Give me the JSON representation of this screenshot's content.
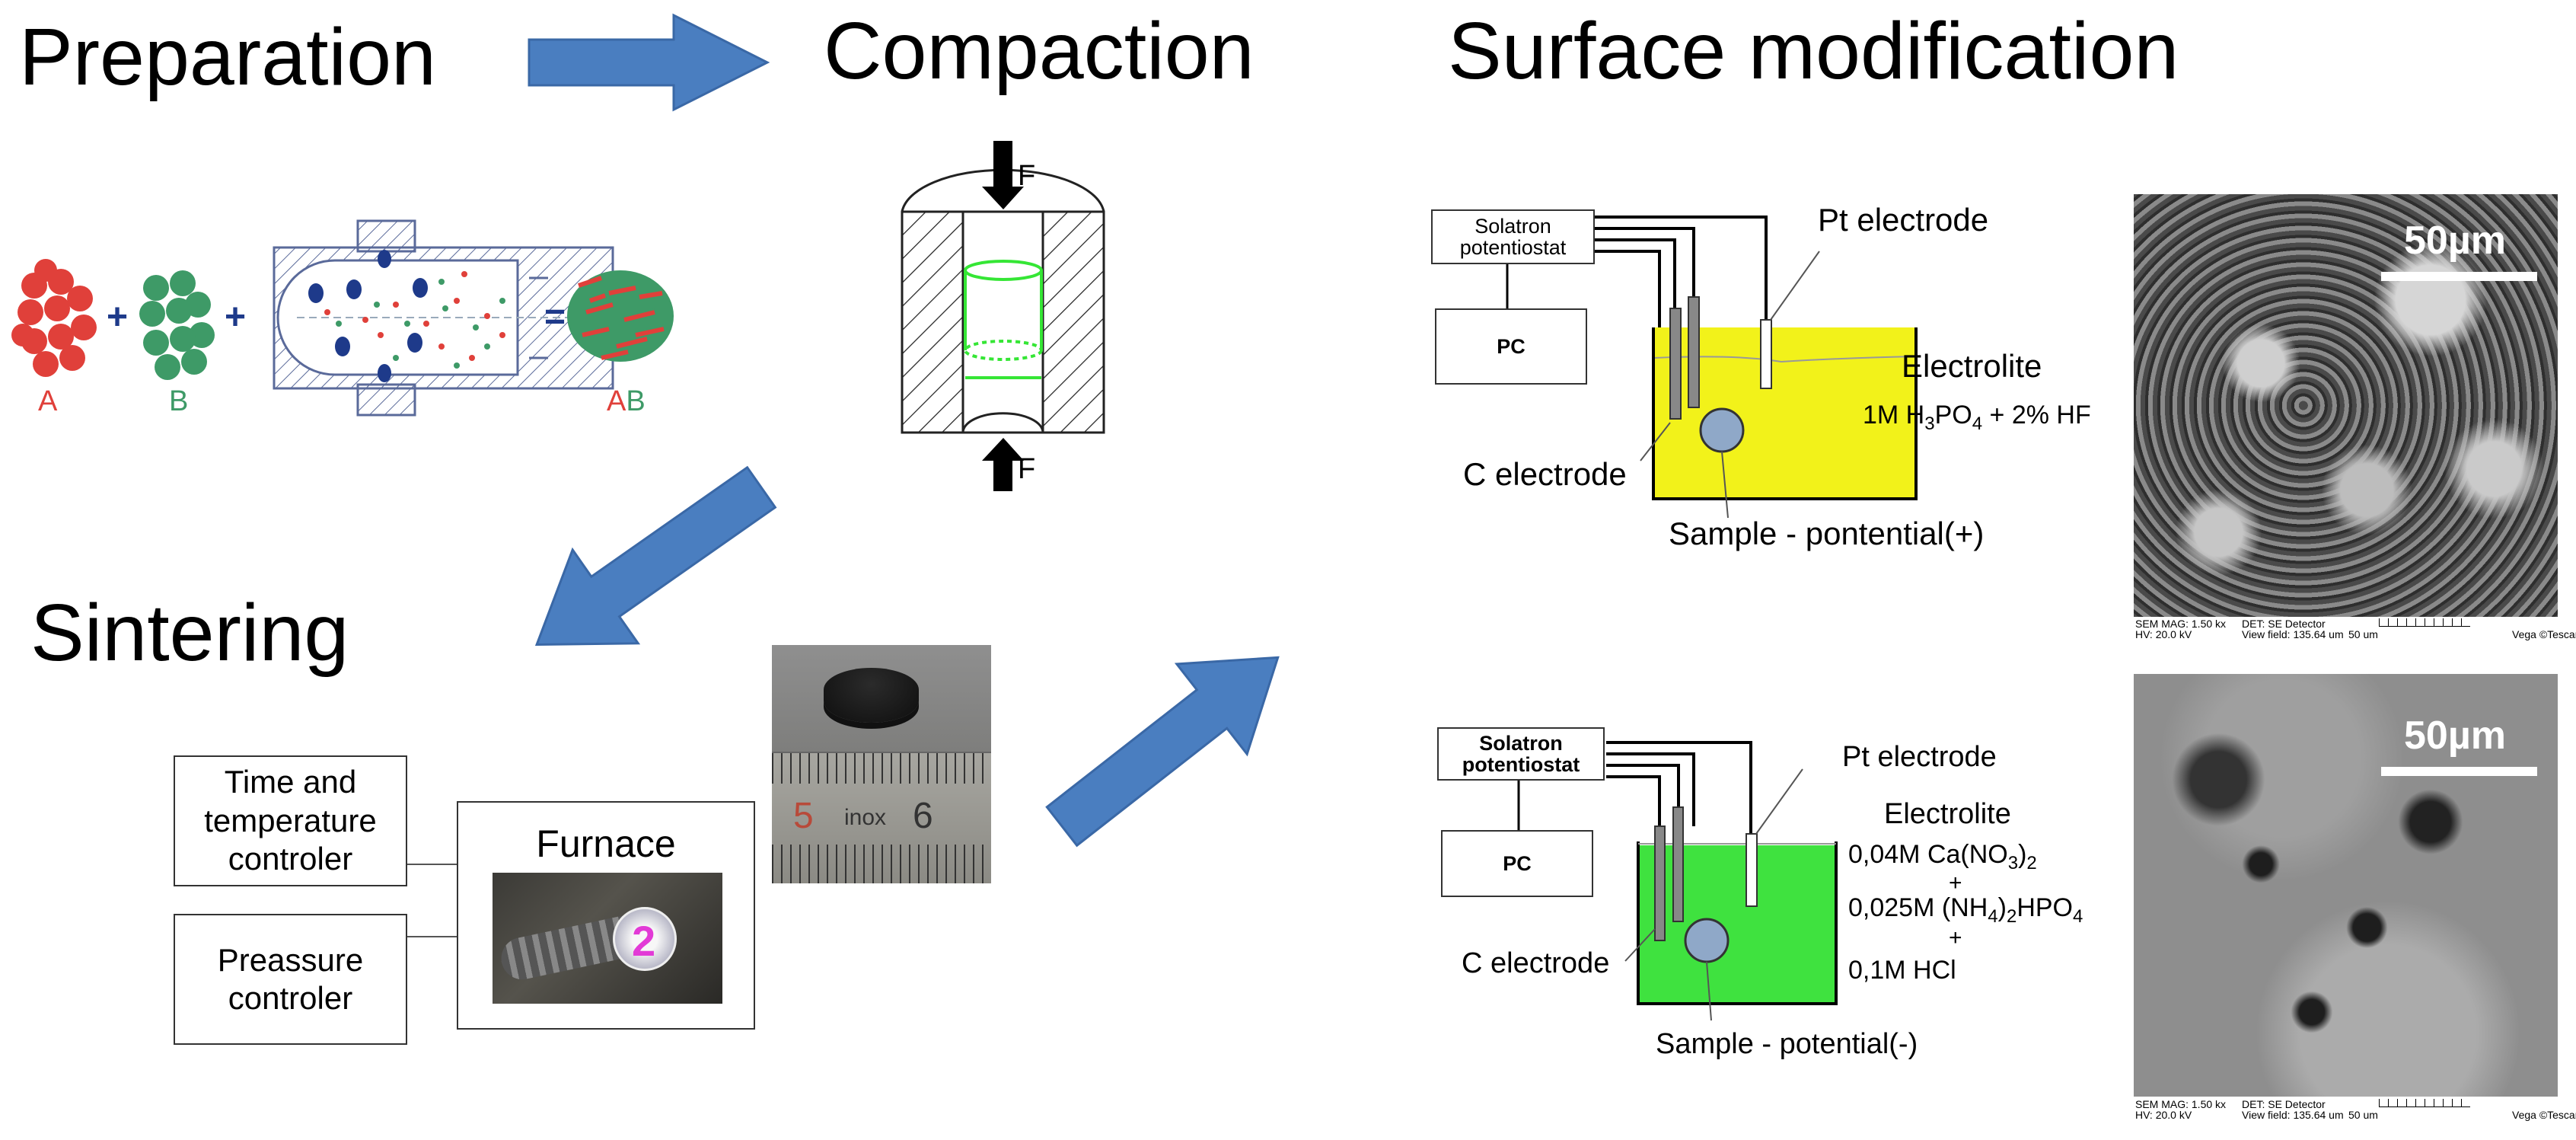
{
  "titles": {
    "preparation": "Preparation",
    "compaction": "Compaction",
    "surface": "Surface modification",
    "sintering": "Sintering"
  },
  "mixing": {
    "label_a": "A",
    "label_b": "B",
    "label_ab_a": "A",
    "label_ab_b": "B",
    "plus": "+",
    "equals": "=",
    "color_a": "#e0403a",
    "color_b": "#3e9a67",
    "ball_color": "#1e3a8a"
  },
  "compaction": {
    "force_label": "F",
    "sample_color": "#35e635"
  },
  "sintering": {
    "time_temp": "Time and temperature controler",
    "pressure": "Preassure controler",
    "furnace": "Furnace",
    "furnace_mark": "2",
    "ruler_5": "5",
    "ruler_inox": "inox",
    "ruler_6": "6"
  },
  "cell_top": {
    "potentiostat": "Solatron potentiostat",
    "pc": "PC",
    "pt": "Pt electrode",
    "c": "C electrode",
    "sample": "Sample - pontential(+)",
    "electrolite": "Electrolite",
    "solution": {
      "a": "1M H",
      "b": "3",
      "c": "PO",
      "d": "4",
      "e": " + 2% HF"
    },
    "liquid_color": "#f2f21a"
  },
  "cell_bottom": {
    "potentiostat": "Solatron potentiostat",
    "pc": "PC",
    "pt": "Pt electrode",
    "c": "C electrode",
    "sample": "Sample - potential(-)",
    "electrolite": "Electrolite",
    "line1": {
      "a": "0,04M Ca(NO",
      "b": "3",
      "c": ")",
      "d": "2"
    },
    "plus": "+",
    "line2": {
      "a": "0,025M (NH",
      "b": "4",
      "c": ")",
      "d": "2",
      "e": "HPO",
      "f": "4"
    },
    "line3": "0,1M HCl",
    "liquid_color": "#3fe23f"
  },
  "sem_top": {
    "scale": "50µm",
    "meta_l1": "SEM MAG: 1.50 kx",
    "meta_l2": "HV:  20.0 kV",
    "meta_m1": "DET: SE Detector",
    "meta_m2": "View field: 135.64 um",
    "meta_r": "50 um",
    "brand": "Vega ©Tescan"
  },
  "sem_bottom": {
    "scale": "50µm",
    "meta_l1": "SEM MAG: 1.50 kx",
    "meta_l2": "HV:  20.0 kV",
    "meta_m1": "DET: SE Detector",
    "meta_m2": "View field: 135.64 um",
    "meta_r": "50 um",
    "brand": "Vega ©Tescan"
  },
  "arrow_color": "#4a7ec0"
}
